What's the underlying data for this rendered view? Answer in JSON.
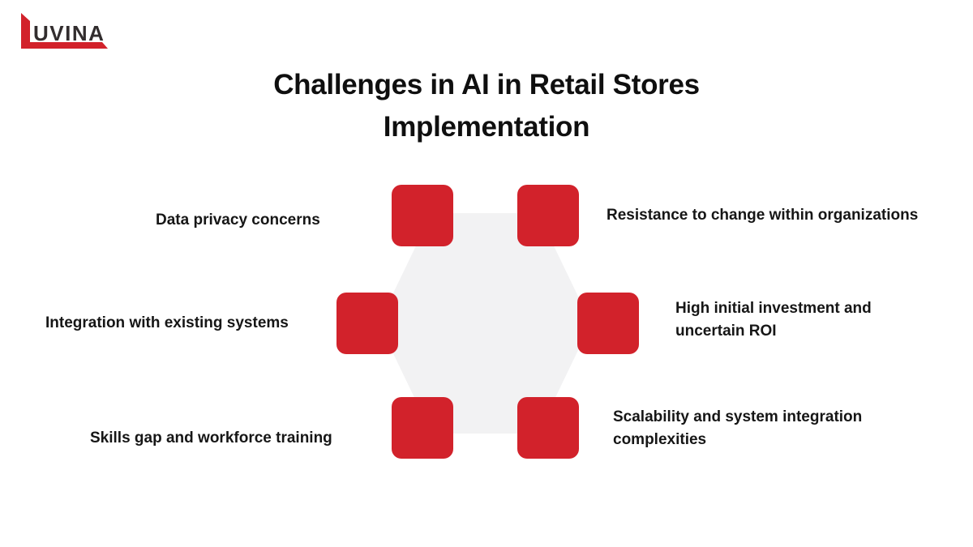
{
  "logo": {
    "text": "UVINA",
    "mark": "red-l-with-underline"
  },
  "title": "Challenges in AI in Retail Stores\nImplementation",
  "diagram": {
    "shape": "hexagon",
    "items": [
      {
        "label": "Data privacy concerns",
        "position": "top-left"
      },
      {
        "label": "Resistance to change within organizations",
        "position": "top-right"
      },
      {
        "label": "Integration with existing systems",
        "position": "middle-left"
      },
      {
        "label": "High initial investment and\nuncertain ROI",
        "position": "middle-right"
      },
      {
        "label": "Skills gap and workforce training",
        "position": "bottom-left"
      },
      {
        "label": "Scalability and system integration\ncomplexities",
        "position": "bottom-right"
      }
    ]
  },
  "colors": {
    "accent_red": "#d2222b",
    "hexagon_gray": "#f2f2f3",
    "title_black": "#0f0f0f",
    "label_black": "#161616",
    "logo_text_dark": "#322d2e",
    "background": "#ffffff"
  }
}
